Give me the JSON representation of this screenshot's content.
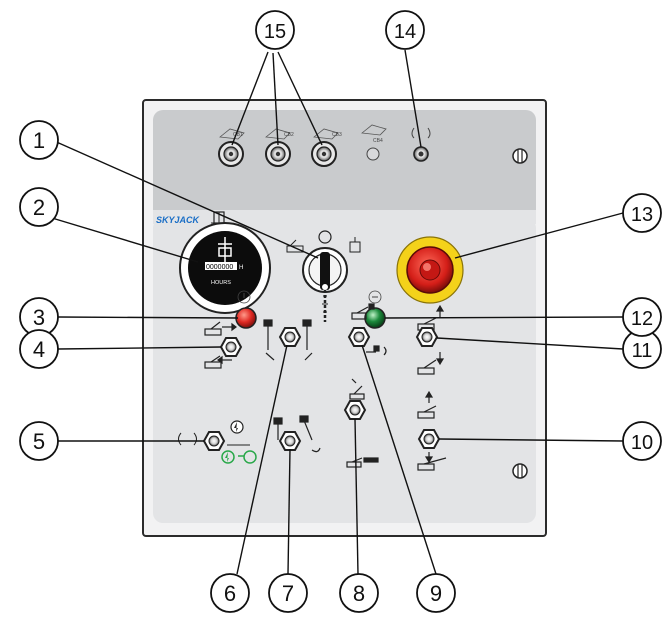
{
  "brand": {
    "logo_text": "SKYJACK"
  },
  "panel": {
    "breakers": [
      "CB1",
      "CB2",
      "CB3",
      "CB4"
    ],
    "hour_meter_label": "HOURS",
    "hour_meter_digits": "0000000"
  },
  "callouts": [
    "1",
    "2",
    "3",
    "4",
    "5",
    "6",
    "7",
    "8",
    "9",
    "10",
    "11",
    "12",
    "13",
    "14",
    "15"
  ],
  "colors": {
    "panel_top": "#c9cbcd",
    "panel_body": "#e3e4e6",
    "panel_border": "#2b2b2b",
    "estop_red": "#e02a24",
    "estop_yellow": "#f4d21a",
    "indicator_red": "#e02a24",
    "indicator_green": "#1c8a3c",
    "brand_blue": "#1a6ec6",
    "power_green": "#2aa84a"
  },
  "icons": {
    "key_switch": "key-switch-icon",
    "emergency_stop": "emergency-stop-icon",
    "hour_meter": "hour-meter-icon",
    "breaker": "circuit-breaker-icon",
    "toggle": "toggle-switch-icon",
    "horn": "horn-icon",
    "book": "manual-book-icon"
  }
}
